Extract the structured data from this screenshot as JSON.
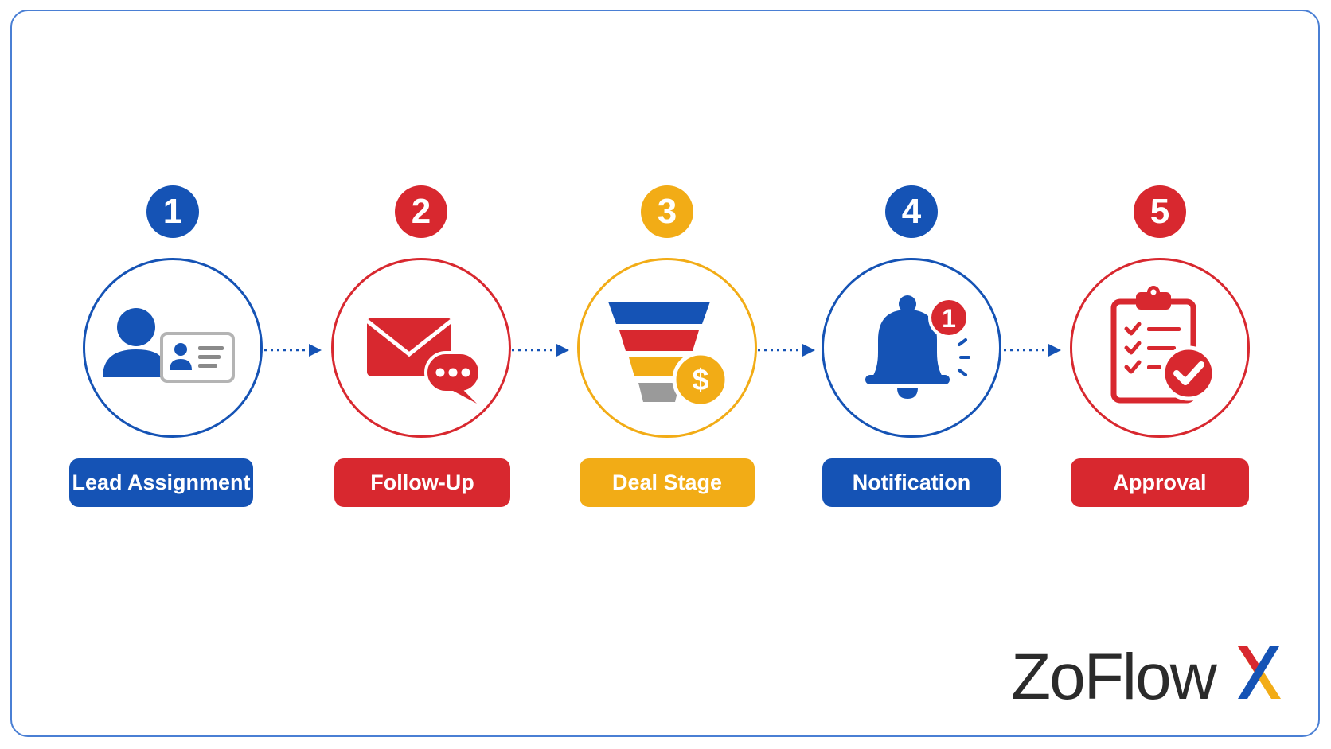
{
  "colors": {
    "blue": "#1553b5",
    "red": "#d8282f",
    "yellow": "#f2ac16",
    "gray": "#9a9a9a",
    "frame": "#4a7fd4",
    "logo_text": "#2b2b2b"
  },
  "steps": [
    {
      "number": "1",
      "label": "Lead Assignment",
      "color": "blue",
      "icon": "user-id-card-icon"
    },
    {
      "number": "2",
      "label": "Follow-Up",
      "color": "red",
      "icon": "email-chat-icon"
    },
    {
      "number": "3",
      "label": "Deal Stage",
      "color": "yellow",
      "icon": "sales-funnel-dollar-icon"
    },
    {
      "number": "4",
      "label": "Notification",
      "color": "blue",
      "icon": "bell-notification-icon",
      "badge": "1"
    },
    {
      "number": "5",
      "label": "Approval",
      "color": "red",
      "icon": "clipboard-check-icon"
    }
  ],
  "logo": {
    "text": "ZoFlow",
    "accent_letter": "X"
  }
}
